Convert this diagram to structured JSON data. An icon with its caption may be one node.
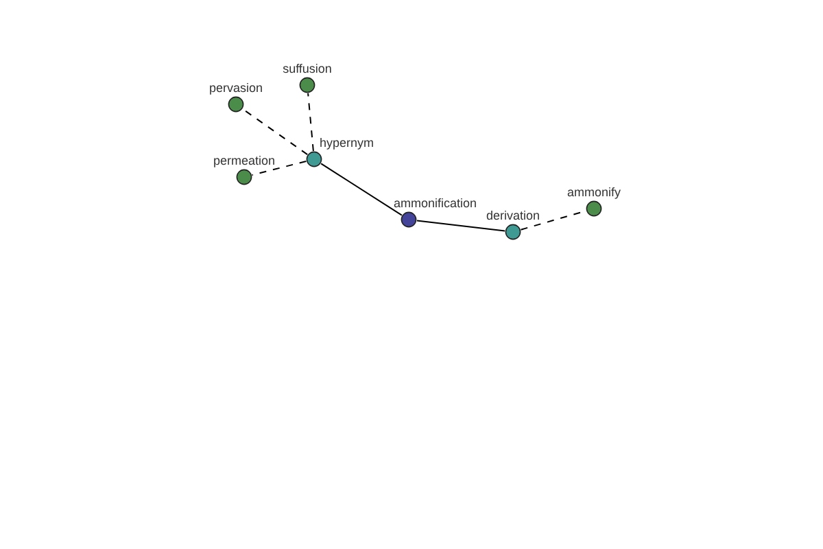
{
  "diagram": {
    "nodes": [
      {
        "text": [],
        "shape": "circle",
        "beside": [
          "suffusion"
        ]
      },
      {
        "text": [],
        "shape": "circle",
        "beside": [
          "pervasion"
        ]
      },
      {
        "text": [],
        "shape": "circle",
        "beside": [
          "hypernym"
        ]
      },
      {
        "text": [],
        "shape": "circle",
        "beside": [
          "permeation"
        ]
      },
      {
        "text": [],
        "shape": "circle",
        "beside": [
          "ammonify"
        ]
      },
      {
        "text": [],
        "shape": "circle",
        "beside": [
          "ammonification"
        ]
      },
      {
        "text": [],
        "shape": "circle",
        "beside": [
          "derivation"
        ]
      }
    ],
    "edges": [
      {
        "from": 2,
        "to": 1,
        "arrow": "none",
        "style": "dashed"
      },
      {
        "from": 2,
        "to": 0,
        "arrow": "none",
        "style": "dashed"
      },
      {
        "from": 2,
        "to": 3,
        "arrow": "none",
        "style": "dashed"
      },
      {
        "from": 2,
        "to": 5,
        "arrow": "none"
      },
      {
        "from": 5,
        "to": 6,
        "arrow": "none"
      },
      {
        "from": 6,
        "to": 4,
        "arrow": "none",
        "style": "dashed"
      }
    ]
  }
}
